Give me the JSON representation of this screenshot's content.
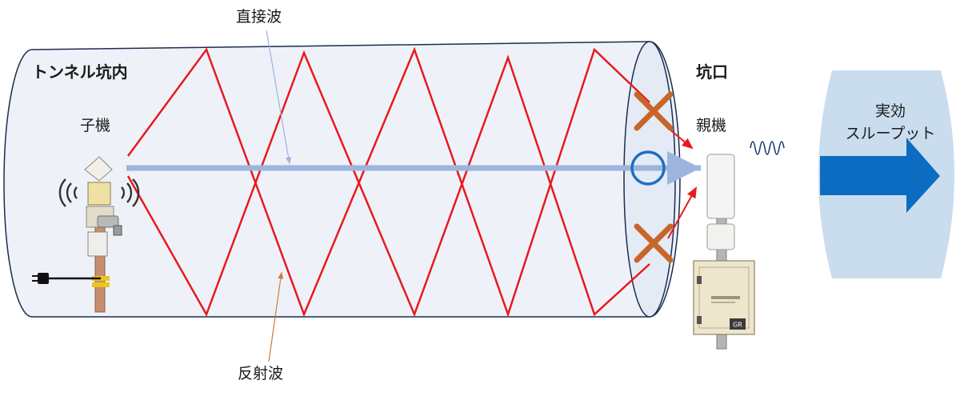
{
  "labels": {
    "direct_wave": "直接波",
    "reflected_wave": "反射波",
    "tunnel_inside": "トンネル坑内",
    "child_unit": "子機",
    "tunnel_mouth": "坑口",
    "parent_unit": "親機",
    "effective_throughput_line1": "実効",
    "effective_throughput_line2": "スループット"
  },
  "box_label_text": "GR",
  "colors": {
    "tunnel_fill": "#eef2f8",
    "tunnel_stroke": "#1b2d4f",
    "reflection": "#e8191e",
    "direct_ray": "#9db4dd",
    "x_mark": "#c8662a",
    "circle_mark": "#1f6fc2",
    "throughput_fill": "#c9ddef",
    "throughput_arrow": "#0c6cc2"
  }
}
